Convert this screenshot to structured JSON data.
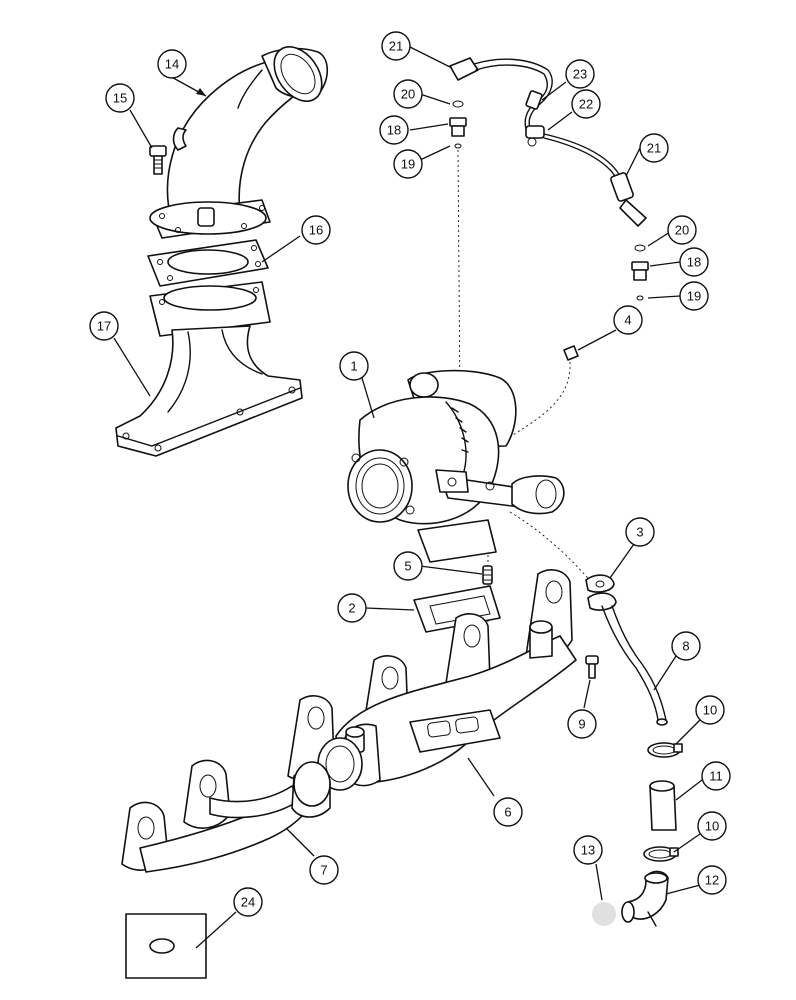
{
  "callouts": {
    "c1": "1",
    "c2": "2",
    "c3": "3",
    "c4": "4",
    "c5": "5",
    "c6": "6",
    "c7": "7",
    "c8": "8",
    "c9": "9",
    "c10a": "10",
    "c10b": "10",
    "c11": "11",
    "c12": "12",
    "c13": "13",
    "c14": "14",
    "c15": "15",
    "c16": "16",
    "c17": "17",
    "c18a": "18",
    "c18b": "18",
    "c19a": "19",
    "c19b": "19",
    "c20a": "20",
    "c20b": "20",
    "c21a": "21",
    "c21b": "21",
    "c22": "22",
    "c23": "23",
    "c24": "24"
  }
}
